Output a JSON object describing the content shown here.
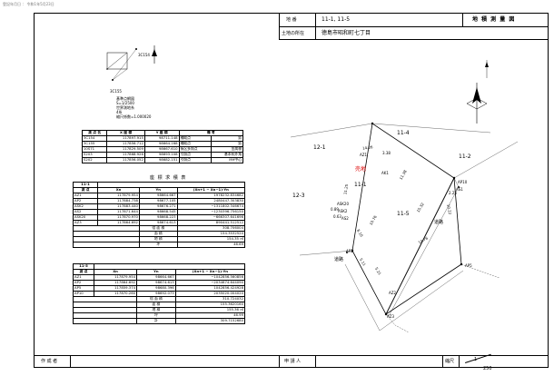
{
  "stamp": "登記年月日 ： 令和1年5月23日",
  "header": {
    "chiban_label": "地 番",
    "chiban_value": "11-1, 11-5",
    "title": "地 積 測 量 図",
    "location_label": "土地の所在",
    "location_value": "徳島市昭和町七丁目"
  },
  "footer": {
    "author_label": "作 成 者",
    "applicant_label": "申 請 人",
    "scale_label": "縮尺",
    "scale_value": "250",
    "scale_prefix": "1"
  },
  "survey_info": {
    "lines": [
      "基準点網図",
      "S=1/2500",
      "世界測地系",
      "4系",
      "縮尺係数=1.000020"
    ],
    "points": [
      {
        "name": "3C154",
        "note": "補助点"
      },
      {
        "name": "3C155",
        "note": "補助点"
      },
      {
        "name": "10S71",
        "note": "街区多角点"
      },
      {
        "name": "S202",
        "note": "引照点"
      }
    ]
  },
  "control_table": {
    "headers": [
      "測 点 名",
      "X 座 標",
      "Y 座 標",
      "備 考"
    ],
    "rows": [
      [
        "3C154",
        "117897.915",
        "98711.148",
        "補助点",
        "鋲"
      ],
      [
        "3C155",
        "117856.712",
        "98664.168",
        "補助点",
        "鋲"
      ],
      [
        "10S71",
        "117829.509",
        "98667.610",
        "街区多角点",
        "金属標"
      ],
      [
        "S203",
        "117868.926",
        "98693.108",
        "引照点",
        "基本杭外角"
      ],
      [
        "S202",
        "117856.052",
        "98682.151",
        "引照点",
        "MH中心"
      ]
    ]
  },
  "calc_title": "座 標 求 積 表",
  "calc1": {
    "lot": "11-1",
    "headers": [
      "測 点",
      "Xn",
      "Yn",
      "(Xn+1 − Xn−1)·Yn"
    ],
    "rows": [
      [
        "AZ1",
        "117879.954",
        "98664.667",
        "1978232.834682"
      ],
      [
        "AP2",
        "117884.738",
        "98677.105",
        "2480447.303830"
      ],
      [
        "ASK2",
        "117883.440",
        "98676.271",
        "−1311802.346674"
      ],
      [
        "AS2",
        "117871.644",
        "98668.545",
        "−1230396.756150"
      ],
      [
        "ASK20",
        "117870.970",
        "98668.223",
        "−666307.641696"
      ],
      [
        "AZ3",
        "117864.692",
        "98674.613",
        "890441.512512"
      ]
    ],
    "summary": [
      {
        "label": "倍 面 積",
        "value": "308.706004"
      },
      {
        "label": "面 積",
        "value": "154.3532520"
      },
      {
        "label": "地 積",
        "value": "154.35",
        "unit": "㎡"
      },
      {
        "label": "坪",
        "value": "46.69"
      }
    ]
  },
  "calc2": {
    "lot": "11-5",
    "headers": [
      "測 点",
      "Xn",
      "Yn",
      "(Xn+1 − Xn−1)·Yn"
    ],
    "rows": [
      [
        "AZ1",
        "117879.954",
        "98664.667",
        "−1042856.560856"
      ],
      [
        "AP2",
        "117864.692",
        "98674.613",
        "−2034674.644090"
      ],
      [
        "AP5",
        "117859.374",
        "98680.396",
        "1042856.424928"
      ],
      [
        "AP10",
        "117870.260",
        "98692.073",
        "2035020.004020"
      ]
    ],
    "summary": [
      {
        "label": "倍 面 積",
        "value": "310.724032"
      },
      {
        "label": "面 積",
        "value": "155.3620160"
      },
      {
        "label": "地 積",
        "value": "155.36",
        "unit": "㎡"
      },
      {
        "label": "坪",
        "value": "46.99"
      }
    ],
    "total_label": "計",
    "total_value": "309.7152680"
  },
  "plan": {
    "lots": [
      "11-1",
      "11-5",
      "12-1",
      "11-4",
      "11-2",
      "12-3"
    ],
    "sold_label": "売地",
    "road_label": "道路",
    "points": [
      "AZ1",
      "AP2",
      "ASK2",
      "AS2",
      "ASK20",
      "AZ3",
      "AP5",
      "AP10",
      "AS1",
      "AK1",
      "AZ2"
    ],
    "dims": [
      "14.26",
      "11.25",
      "11.38",
      "15.32",
      "8.10",
      "10.76",
      "10.22",
      "14.76",
      "5.11",
      "5.21",
      "0.89",
      "0.63",
      "3.38",
      "2.25"
    ]
  }
}
